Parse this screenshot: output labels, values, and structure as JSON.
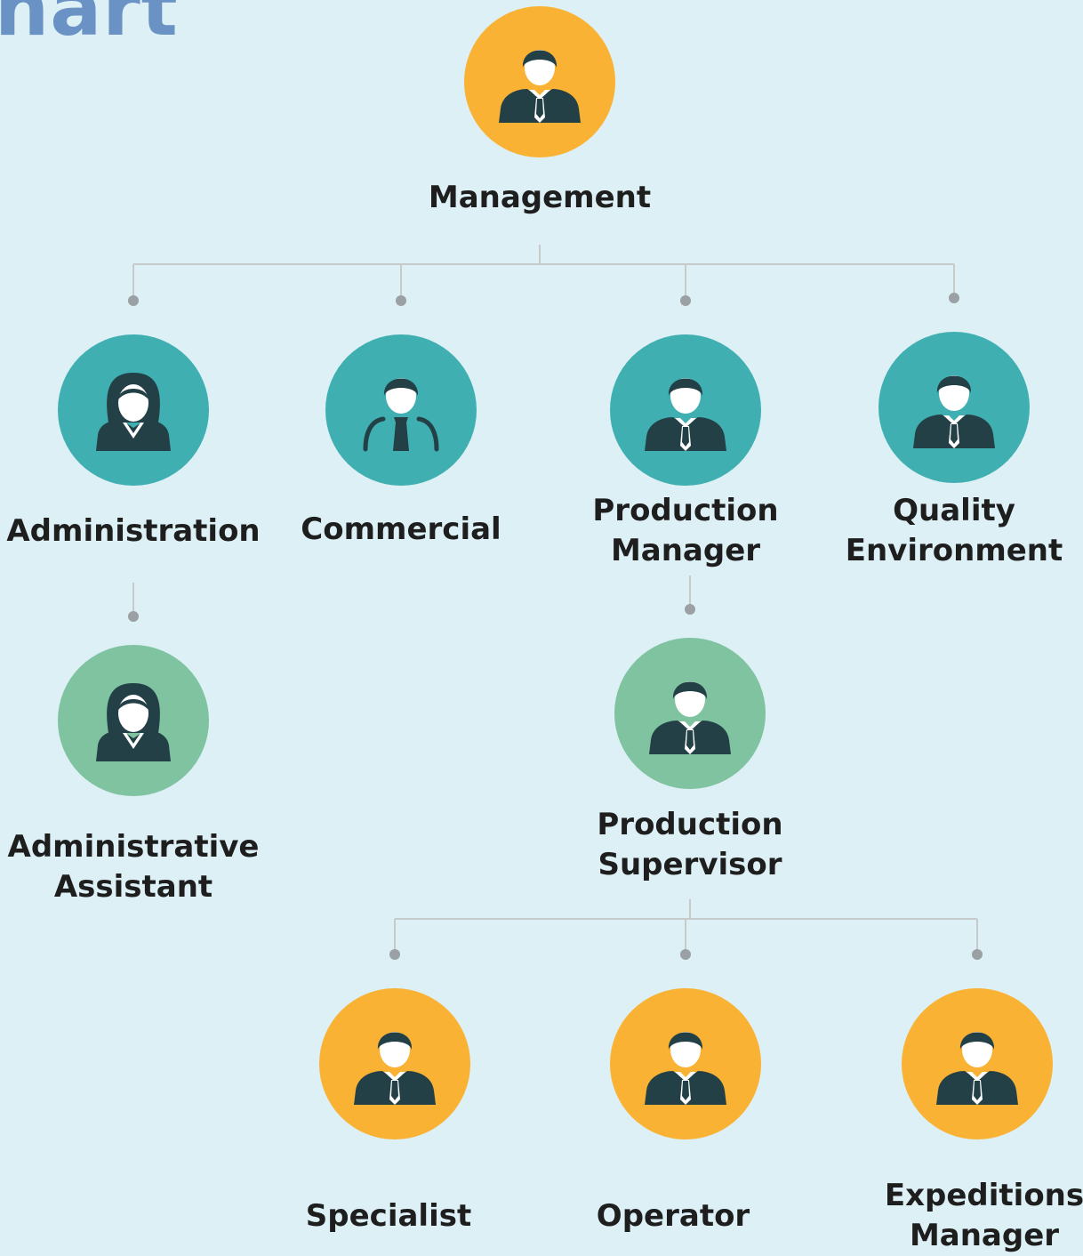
{
  "title_fragment": "hart",
  "colors": {
    "background": "#dcf0f5",
    "orange": "#f9b233",
    "teal": "#3fafb1",
    "green": "#7fc3a0",
    "figure": "#244047",
    "connector": "#c6cacb",
    "dot": "#9aa0a3",
    "title": "#6a92c4"
  },
  "nodes": [
    {
      "id": "management",
      "label_lines": [
        "Management"
      ],
      "color": "orange",
      "figure": "man-suit-icon",
      "parent": null
    },
    {
      "id": "administration",
      "label_lines": [
        "Administration"
      ],
      "color": "teal",
      "figure": "woman-icon",
      "parent": "management"
    },
    {
      "id": "commercial",
      "label_lines": [
        "Commercial"
      ],
      "color": "teal",
      "figure": "doctor-icon",
      "parent": "management"
    },
    {
      "id": "production-manager",
      "label_lines": [
        "Production",
        "Manager"
      ],
      "color": "teal",
      "figure": "man-suit-icon",
      "parent": "management"
    },
    {
      "id": "quality-environment",
      "label_lines": [
        "Quality",
        "Environment"
      ],
      "color": "teal",
      "figure": "man-suit-icon",
      "parent": "management"
    },
    {
      "id": "administrative-assistant",
      "label_lines": [
        "Administrative",
        "Assistant"
      ],
      "color": "green",
      "figure": "woman-icon",
      "parent": "administration"
    },
    {
      "id": "production-supervisor",
      "label_lines": [
        "Production",
        "Supervisor"
      ],
      "color": "green",
      "figure": "man-suit-icon",
      "parent": "production-manager"
    },
    {
      "id": "specialist",
      "label_lines": [
        "Specialist"
      ],
      "color": "orange",
      "figure": "man-suit-icon",
      "parent": "production-supervisor"
    },
    {
      "id": "operator",
      "label_lines": [
        "Operator"
      ],
      "color": "orange",
      "figure": "man-suit-icon",
      "parent": "production-supervisor"
    },
    {
      "id": "expeditions-manager",
      "label_lines": [
        "Expeditions",
        "Manager"
      ],
      "color": "orange",
      "figure": "man-suit-icon",
      "parent": "production-supervisor"
    }
  ]
}
